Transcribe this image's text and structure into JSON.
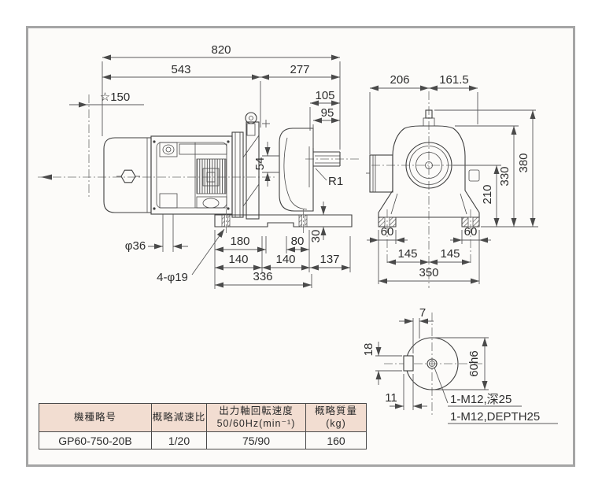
{
  "colors": {
    "paper": "#fcfbf9",
    "frame_border": "#a5a5a5",
    "line": "#3f3f3f",
    "table_header_bg": "#f2ddd1"
  },
  "front": {
    "d820": "820",
    "d543": "543",
    "d277": "277",
    "d150": "☆150",
    "d105": "105",
    "d95": "95",
    "d54": "54",
    "r1": "R1",
    "d36": "φ36",
    "d4x19": "4-φ19",
    "d180": "180",
    "d80": "80",
    "d30": "30",
    "d140a": "140",
    "d140b": "140",
    "d137": "137",
    "d336": "336"
  },
  "side": {
    "d206": "206",
    "d161": "161.5",
    "d380": "380",
    "d330": "330",
    "d210": "210",
    "d60l": "60",
    "d60r": "60",
    "d145a": "145",
    "d145b": "145",
    "d350": "350"
  },
  "detail": {
    "d7": "7",
    "d18": "18",
    "d11": "11",
    "d60h6": "60h6",
    "tap_jp": "1-M12,深25",
    "tap_en": "1-M12,DEPTH25"
  },
  "table": {
    "headers": {
      "model": "機種略号",
      "ratio": "概略減速比",
      "speed1": "出力軸回転速度",
      "speed2": "50/60Hz(min⁻¹)",
      "mass1": "概略質量",
      "mass2": "(kg)"
    },
    "row": {
      "model": "GP60-750-20B",
      "ratio": "1/20",
      "speed": "75/90",
      "mass": "160"
    }
  }
}
